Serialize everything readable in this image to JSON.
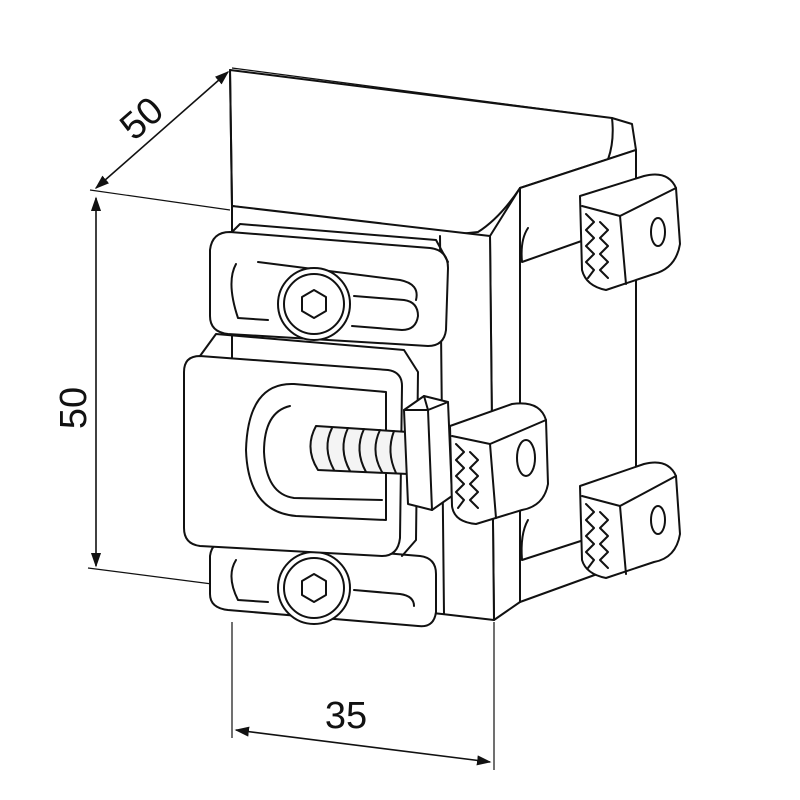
{
  "dimensions": {
    "depth": "50",
    "height": "50",
    "width": "35"
  },
  "colors": {
    "line": "#111111",
    "background": "#ffffff"
  },
  "icons": {
    "hex_socket": "hex-socket-icon"
  }
}
